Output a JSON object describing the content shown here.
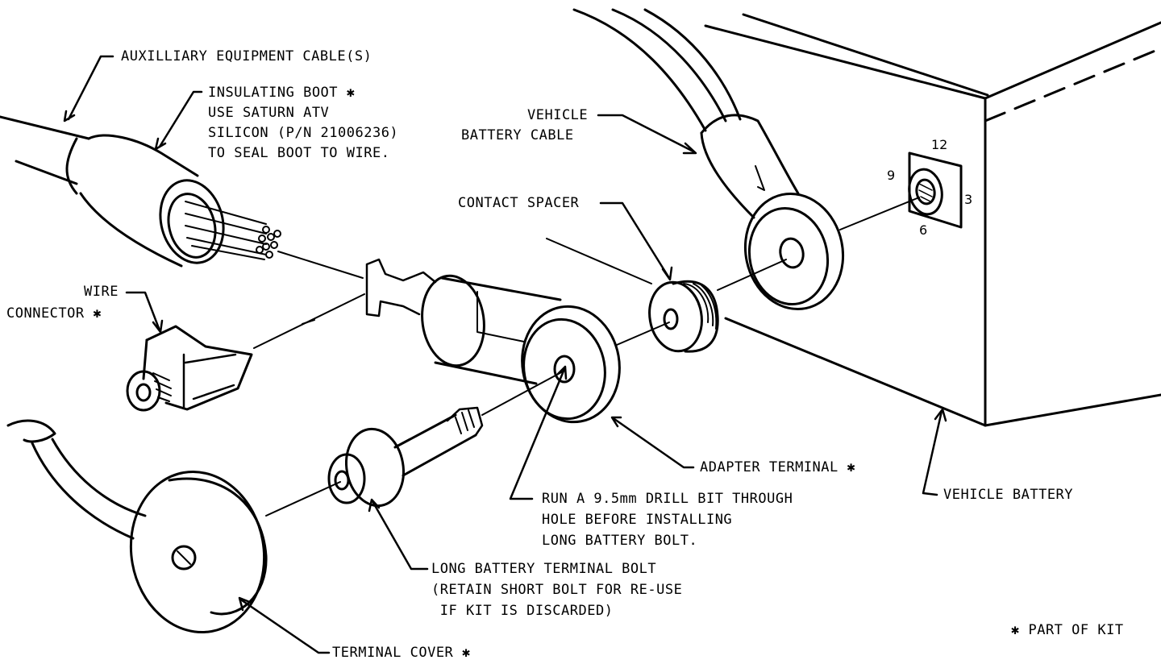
{
  "labels": {
    "aux_cable": "AUXILLIARY EQUIPMENT CABLE(S)",
    "boot_line1": "INSULATING BOOT ✱",
    "boot_line2": "USE SATURN ATV",
    "boot_line3": "SILICON (P/N 21006236)",
    "boot_line4": "TO SEAL BOOT TO WIRE.",
    "vehicle_cable_line1": "VEHICLE",
    "vehicle_cable_line2": "BATTERY CABLE",
    "contact_spacer": "CONTACT SPACER",
    "wire_line1": "WIRE",
    "wire_line2": "CONNECTOR ✱",
    "adapter_terminal": "ADAPTER TERMINAL ✱",
    "drill_line1": "RUN A 9.5mm DRILL BIT THROUGH",
    "drill_line2": "HOLE BEFORE INSTALLING",
    "drill_line3": "LONG BATTERY BOLT.",
    "vehicle_battery": "VEHICLE BATTERY",
    "bolt_line1": "LONG BATTERY TERMINAL BOLT",
    "bolt_line2": "(RETAIN SHORT BOLT FOR RE-USE",
    "bolt_line3": " IF KIT IS DISCARDED)",
    "terminal_cover": "TERMINAL COVER ✱",
    "part_of_kit": "✱ PART OF KIT"
  },
  "clock_positions": {
    "twelve": "12",
    "three": "3",
    "six": "6",
    "nine": "9"
  },
  "colors": {
    "ink": "#000000",
    "paper": "#ffffff"
  }
}
